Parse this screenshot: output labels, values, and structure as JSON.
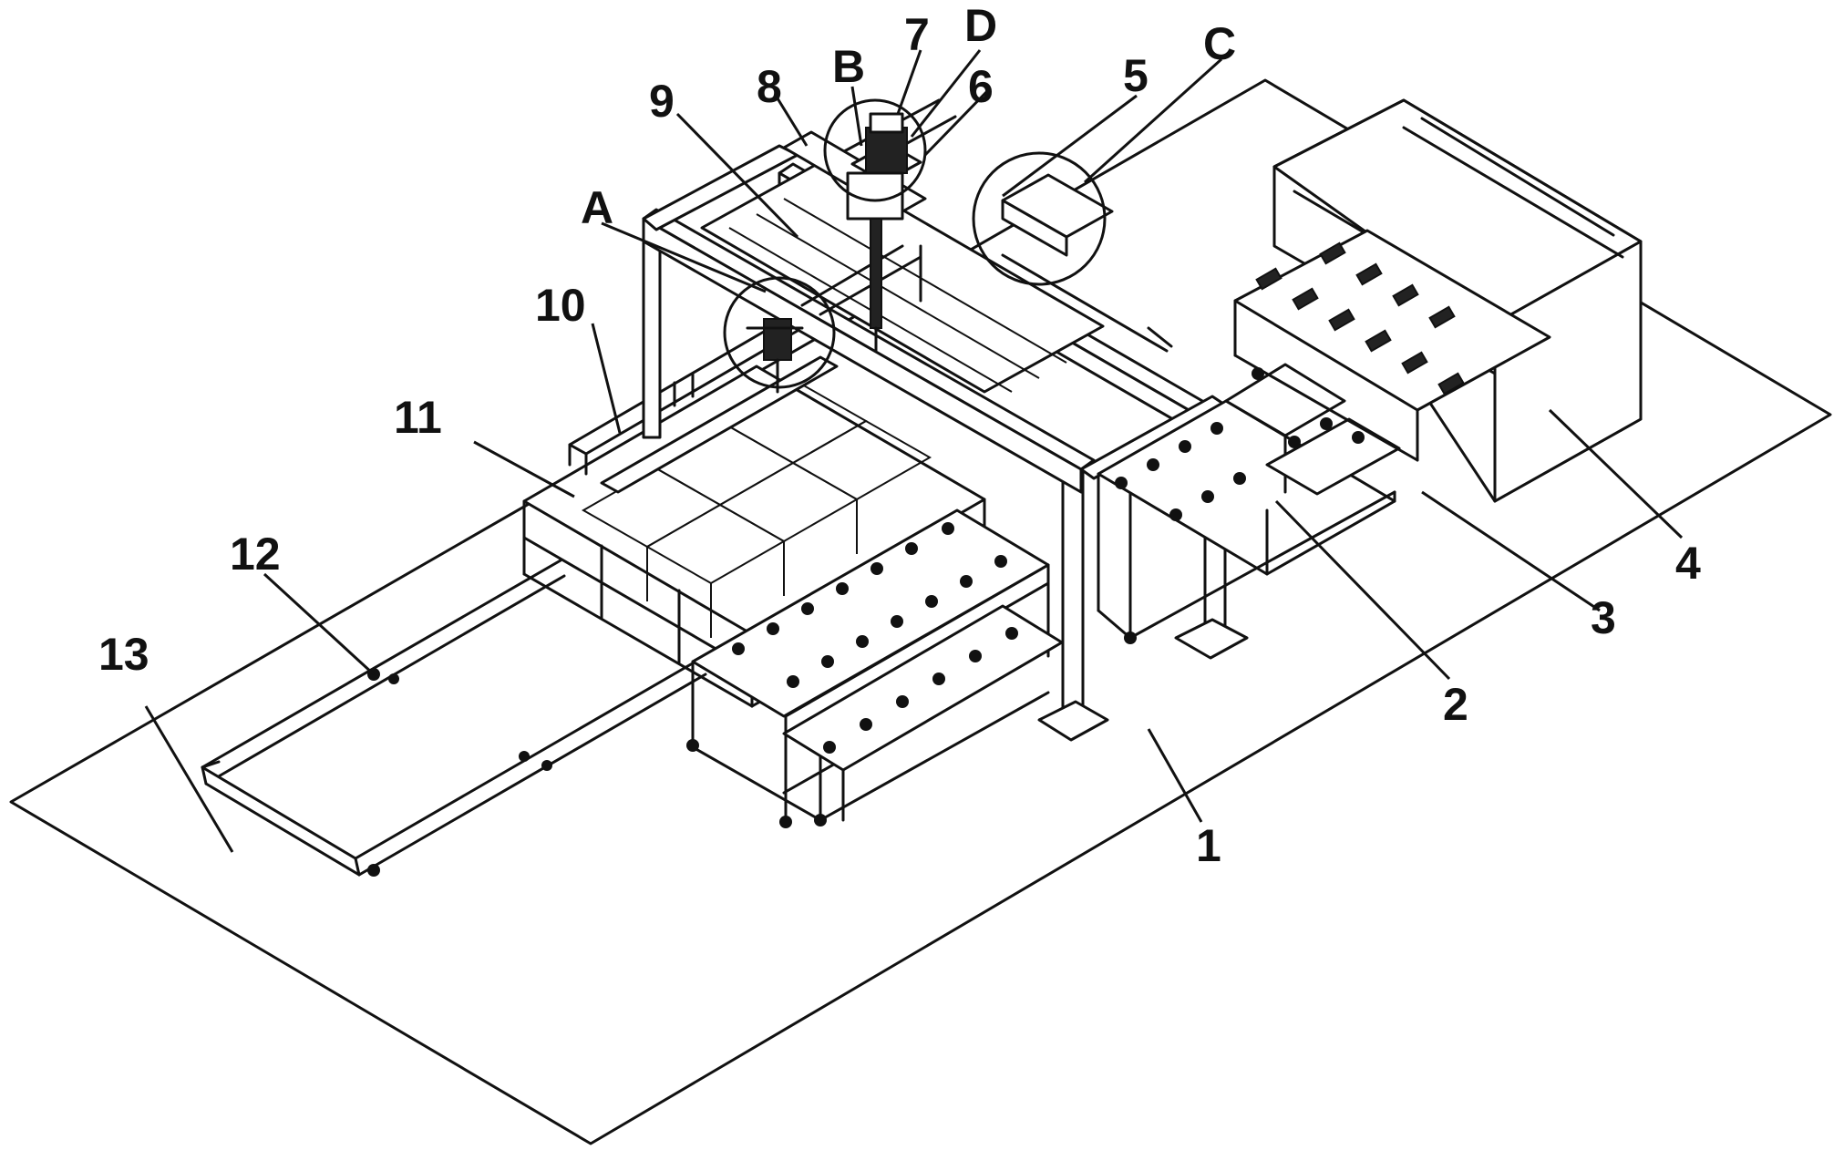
{
  "labels": {
    "l1": "1",
    "l2": "2",
    "l3": "3",
    "l4": "4",
    "l5": "5",
    "l6": "6",
    "l7": "7",
    "l8": "8",
    "l9": "9",
    "l10": "10",
    "l11": "11",
    "l12": "12",
    "l13": "13",
    "lA": "A",
    "lB": "B",
    "lC": "C",
    "lD": "D"
  },
  "colors": {
    "line": "#111111",
    "background": "#ffffff"
  }
}
